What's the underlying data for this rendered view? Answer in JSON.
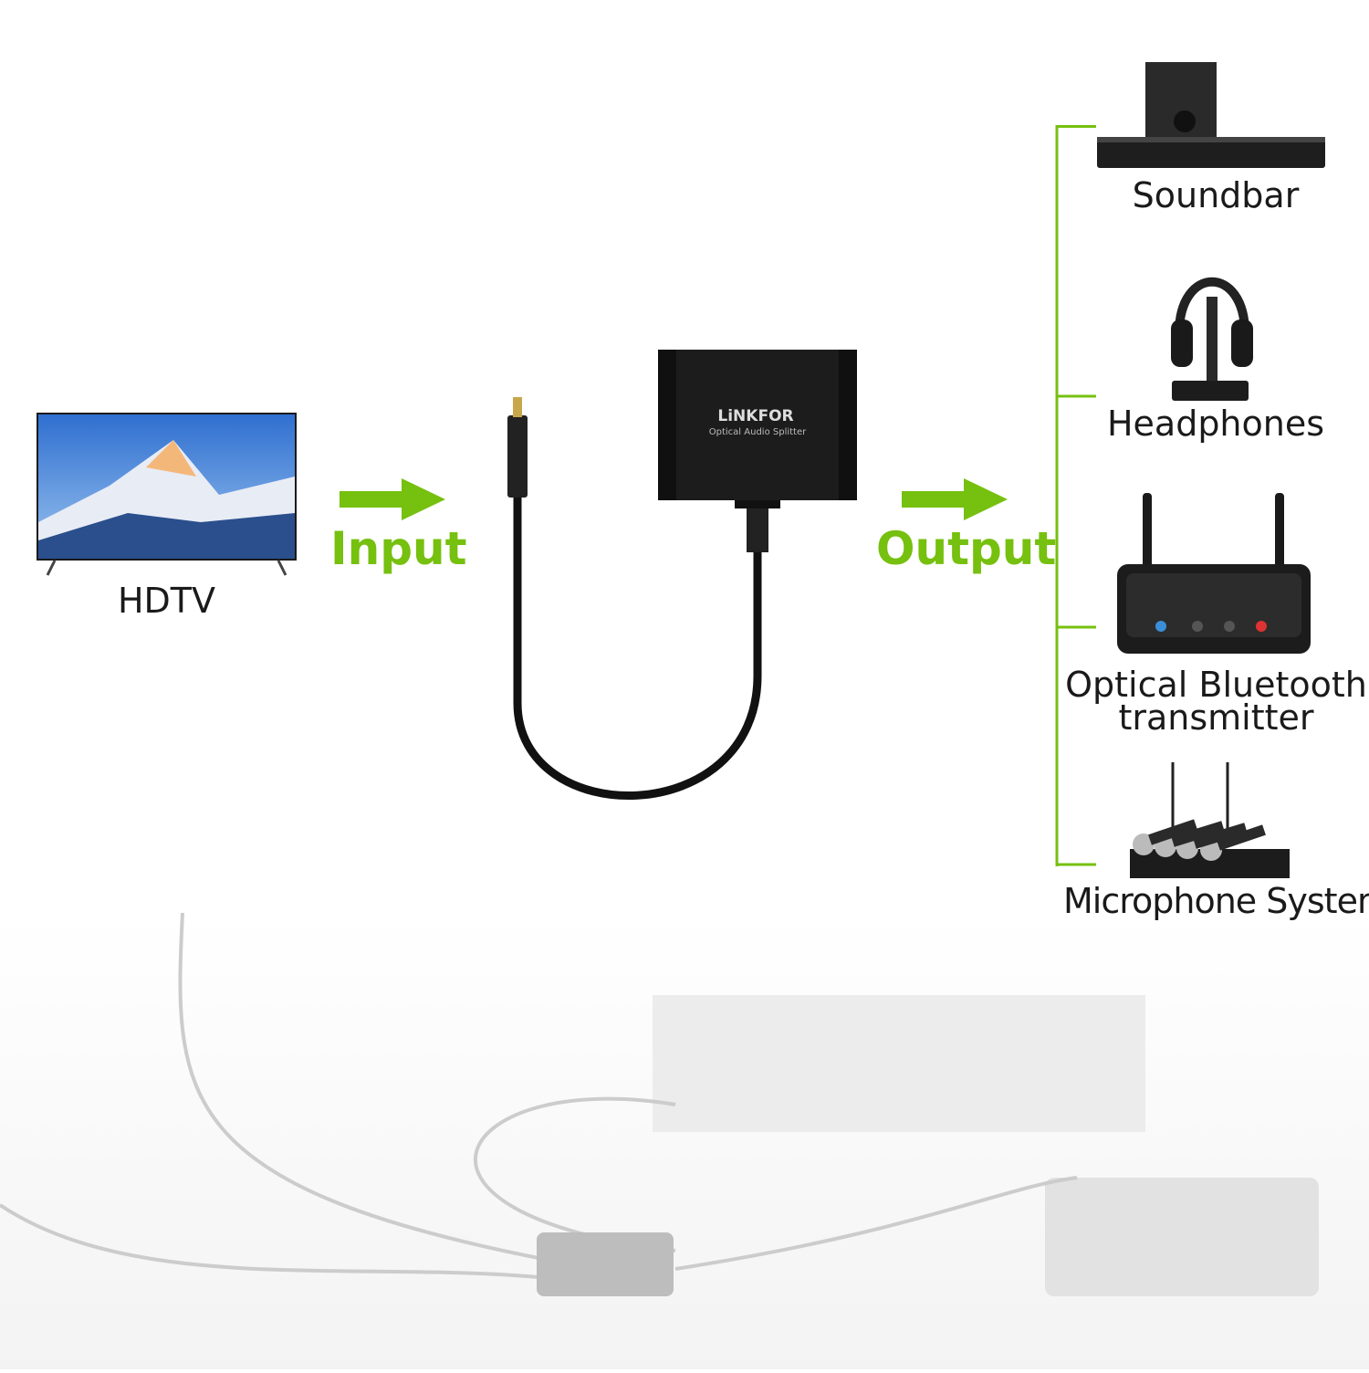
{
  "colors": {
    "accent": "#76c00f",
    "device": "#1c1c1c"
  },
  "source": {
    "label": "HDTV",
    "icon": "tv-icon"
  },
  "input": {
    "label": "Input",
    "icon": "arrow-right-icon"
  },
  "output": {
    "label": "Output",
    "icon": "arrow-right-icon"
  },
  "splitter": {
    "brand": "LiNKFOR",
    "subtitle": "Optical Audio Splitter",
    "icon": "splitter-icon"
  },
  "devices": [
    {
      "label": "Soundbar",
      "icon": "soundbar-icon"
    },
    {
      "label": "Headphones",
      "icon": "headphones-icon"
    },
    {
      "label_line1": "Optical Bluetooth",
      "label_line2": "transmitter",
      "icon": "bluetooth-transmitter-icon"
    },
    {
      "label": "Microphone System",
      "icon": "microphone-system-icon"
    }
  ]
}
